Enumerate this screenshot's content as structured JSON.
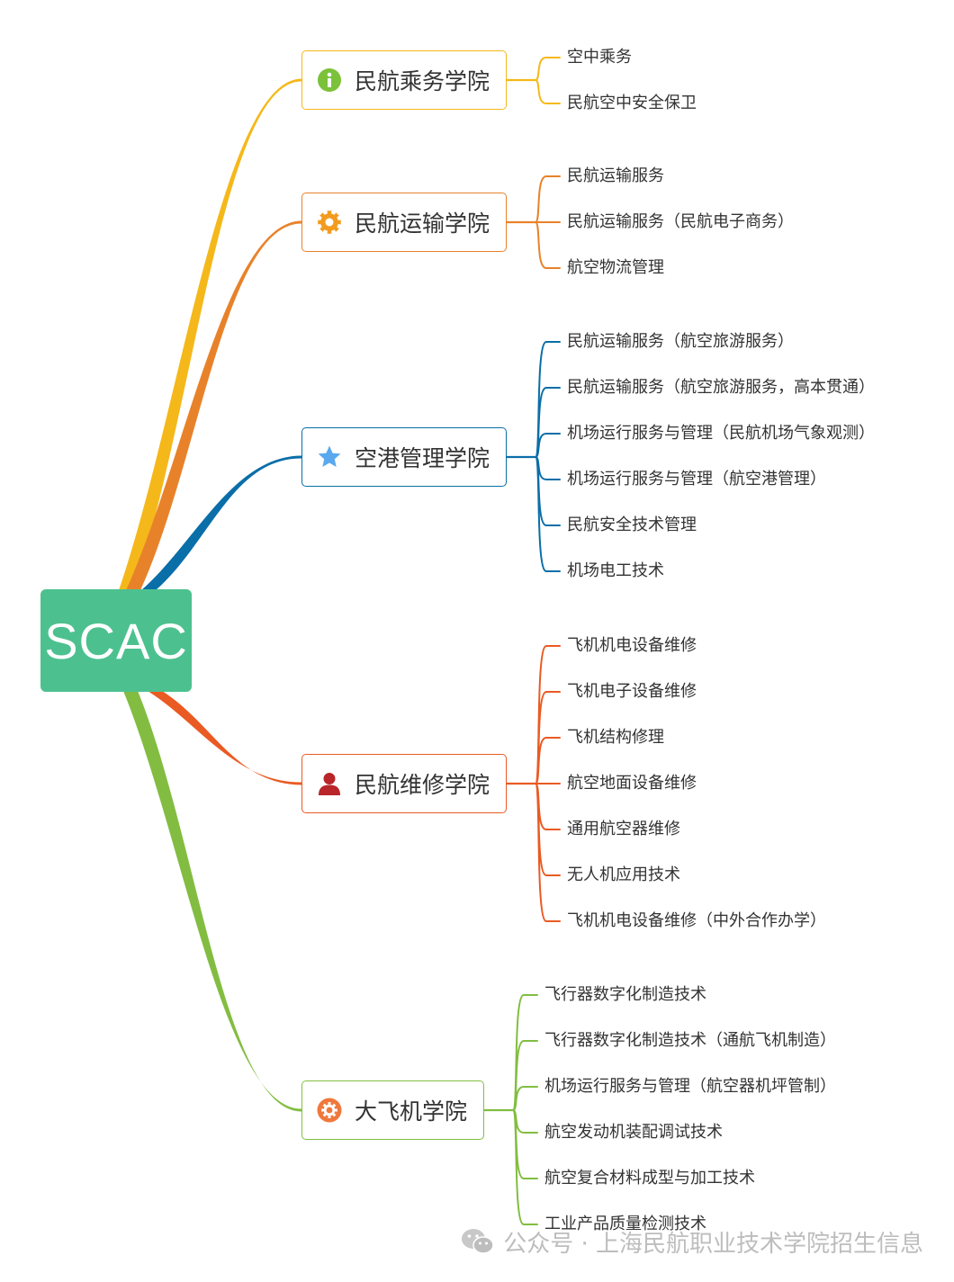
{
  "root": {
    "label": "SCAC",
    "color": "#4cc18f"
  },
  "branches": [
    {
      "label": "民航乘务学院",
      "icon": "info-icon",
      "color": "#f5b81a",
      "iconColor": "#7cc13a",
      "items": [
        "空中乘务",
        "民航空中安全保卫"
      ]
    },
    {
      "label": "民航运输学院",
      "icon": "gear-icon",
      "color": "#e8822a",
      "iconColor": "#f29b1f",
      "items": [
        "民航运输服务",
        "民航运输服务（民航电子商务）",
        "航空物流管理"
      ]
    },
    {
      "label": "空港管理学院",
      "icon": "star-icon",
      "color": "#0a6ea8",
      "iconColor": "#5aa8ee",
      "items": [
        "民航运输服务（航空旅游服务）",
        "民航运输服务（航空旅游服务，高本贯通）",
        "机场运行服务与管理（民航机场气象观测）",
        "机场运行服务与管理（航空港管理）",
        "民航安全技术管理",
        "机场电工技术"
      ]
    },
    {
      "label": "民航维修学院",
      "icon": "person-icon",
      "color": "#ea5a23",
      "iconColor": "#b8262a",
      "items": [
        "飞机机电设备维修",
        "飞机电子设备维修",
        "飞机结构修理",
        "航空地面设备维修",
        "通用航空器维修",
        "无人机应用技术",
        "飞机机电设备维修（中外合作办学）"
      ]
    },
    {
      "label": "大飞机学院",
      "icon": "cog-circle-icon",
      "color": "#82bd41",
      "iconColor": "#f0783c",
      "items": [
        "飞行器数字化制造技术",
        "飞行器数字化制造技术（通航飞机制造）",
        "机场运行服务与管理（航空器机坪管制）",
        "航空发动机装配调试技术",
        "航空复合材料成型与加工技术",
        "工业产品质量检测技术"
      ]
    }
  ],
  "watermark": {
    "text": "公众号 · 上海民航职业技术学院招生信息",
    "icon": "wechat-icon"
  }
}
